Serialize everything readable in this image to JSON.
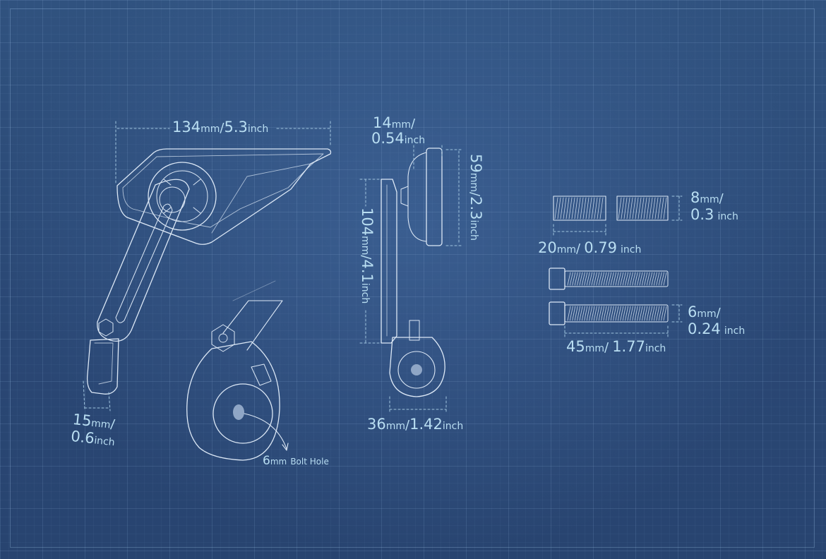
{
  "colors": {
    "background": "#2b4a78",
    "line": "#dce8f6",
    "text": "#b9def2",
    "dimension": "#9fc4de"
  },
  "labels": {
    "width_total": {
      "mm": "134",
      "mm_unit": "mm",
      "sep": "/",
      "inch": "5.3",
      "inch_unit": "inch"
    },
    "clamp_width": {
      "mm": "15",
      "mm_unit": "mm",
      "sep": "/",
      "inch": "0.6",
      "inch_unit": "inch"
    },
    "bolt_hole": {
      "size": "6",
      "unit": "mm",
      "text": "Bolt Hole"
    },
    "depth_head": {
      "mm": "14",
      "mm_unit": "mm",
      "sep": "/",
      "inch": "0.54",
      "inch_unit": "inch"
    },
    "mirror_height": {
      "mm": "59",
      "mm_unit": "mm",
      "sep": "/",
      "inch": "2.3",
      "inch_unit": "inch"
    },
    "total_height": {
      "mm": "104",
      "mm_unit": "mm",
      "sep": "/",
      "inch": "4.1",
      "inch_unit": "inch"
    },
    "clamp_depth": {
      "mm": "36",
      "mm_unit": "mm",
      "sep": "/",
      "inch": "1.42",
      "inch_unit": "inch"
    },
    "spacer_dia": {
      "mm": "8",
      "mm_unit": "mm",
      "sep": "/",
      "inch": "0.3",
      "inch_unit": "inch"
    },
    "spacer_len": {
      "mm": "20",
      "mm_unit": "mm",
      "sep": "/",
      "inch": "0.79",
      "inch_unit": "inch"
    },
    "bolt_dia": {
      "mm": "6",
      "mm_unit": "mm",
      "sep": "/",
      "inch": "0.24",
      "inch_unit": "inch"
    },
    "bolt_len": {
      "mm": "45",
      "mm_unit": "mm",
      "sep": "/",
      "inch": "1.77",
      "inch_unit": "inch"
    }
  }
}
